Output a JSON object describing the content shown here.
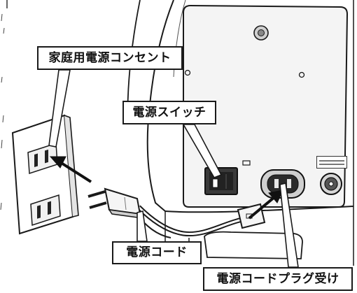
{
  "callouts": {
    "outlet": "家庭用電源コンセント",
    "switch": "電源スイッチ",
    "cord": "電源コード",
    "inlet": "電源コードプラグ受け"
  },
  "icons": [
    "wall-outlet-icon",
    "power-plug-icon",
    "rocker-switch-icon",
    "power-inlet-icon",
    "connector-jack-icon",
    "arrow-icon"
  ],
  "colors": {
    "line": "#1a1a1a",
    "background": "#ffffff"
  }
}
